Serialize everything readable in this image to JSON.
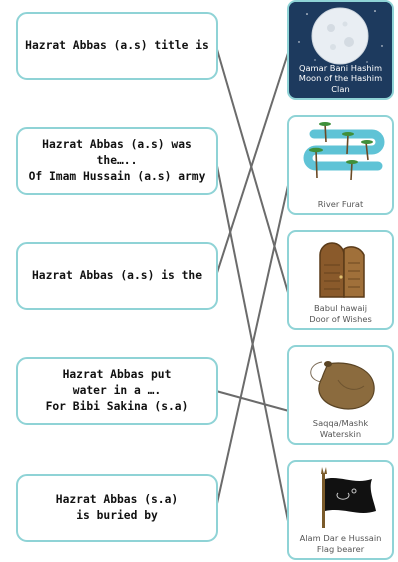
{
  "questions": [
    {
      "text": "Hazrat Abbas (a.s) title is"
    },
    {
      "text": "Hazrat Abbas (a.s) was the…..\nOf Imam Hussain (a.s) army"
    },
    {
      "text": "Hazrat Abbas (a.s) is the"
    },
    {
      "text": "Hazrat Abbas put\nwater in a ….\nFor Bibi Sakina (s.a)"
    },
    {
      "text": "Hazrat Abbas (s.a)\nis buried by"
    }
  ],
  "answers": [
    {
      "caption": "Qamar Bani Hashim\nMoon of the Hashim Clan",
      "icon": "full-moon-icon"
    },
    {
      "caption": "River Furat",
      "icon": "river-palms-icon"
    },
    {
      "caption": "Babul hawaij\nDoor of Wishes",
      "icon": "wooden-door-icon"
    },
    {
      "caption": "Saqqa/Mashk\nWaterskin",
      "icon": "waterskin-icon"
    },
    {
      "caption": "Alam Dar e Hussain\nFlag bearer",
      "icon": "black-flag-icon"
    }
  ],
  "matches": [
    {
      "question": 1,
      "answer": 3
    },
    {
      "question": 2,
      "answer": 5
    },
    {
      "question": 3,
      "answer": 1
    },
    {
      "question": 4,
      "answer": 4
    },
    {
      "question": 5,
      "answer": 2
    }
  ],
  "colors": {
    "box_border": "#8fd3d6",
    "line": "#6b6b6b",
    "night_sky": "#1d3a5e",
    "river": "#5fc3d6",
    "door": "#8a5a2b",
    "flag": "#111111"
  }
}
